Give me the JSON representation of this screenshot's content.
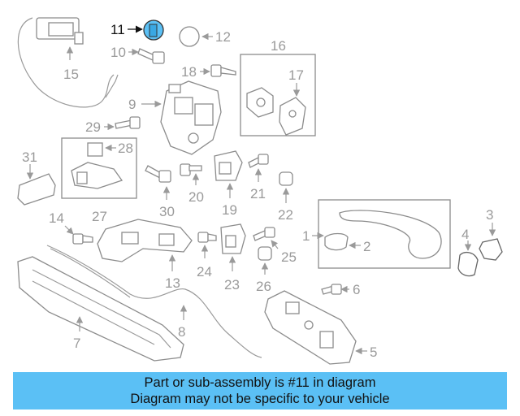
{
  "banner": {
    "line1": "Part or sub-assembly is #11 in diagram",
    "line2": "Diagram may not be specific to your vehicle"
  },
  "highlight_color": "#5bc0f5",
  "callouts": {
    "c1": "1",
    "c2": "2",
    "c3": "3",
    "c4": "4",
    "c5": "5",
    "c6": "6",
    "c7": "7",
    "c8": "8",
    "c9": "9",
    "c10": "10",
    "c11": "11",
    "c12": "12",
    "c13": "13",
    "c14": "14",
    "c15": "15",
    "c16": "16",
    "c17": "17",
    "c18": "18",
    "c19": "19",
    "c20": "20",
    "c21": "21",
    "c22": "22",
    "c23": "23",
    "c24": "24",
    "c25": "25",
    "c26": "26",
    "c27": "27",
    "c28": "28",
    "c29": "29",
    "c30": "30",
    "c31": "31"
  }
}
